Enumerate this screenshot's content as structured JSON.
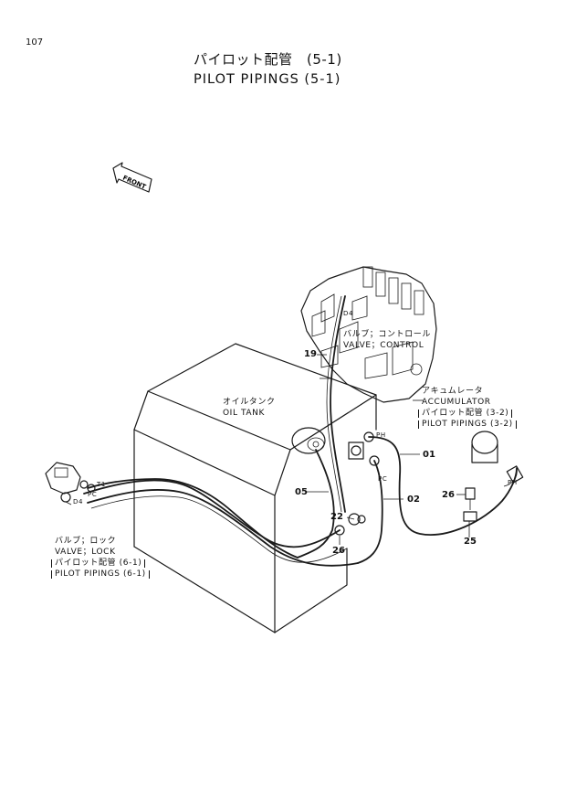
{
  "page_number": "107",
  "title_jp": "パイロット配管　(5-1)",
  "title_en": "PILOT  PIPINGS  (5-1)",
  "front_label": "FRONT",
  "labels": {
    "valve_control_jp": "バルブ；コントロール",
    "valve_control_en": "VALVE；CONTROL",
    "oil_tank_jp": "オイルタンク",
    "oil_tank_en": "OIL TANK",
    "accumulator_jp": "アキュムレータ",
    "accumulator_en": "ACCUMULATOR",
    "accumulator_ref_jp": "パイロット配管 (3-2)",
    "accumulator_ref_en": "PILOT PIPINGS (3-2)",
    "valve_lock_jp": "バルブ；ロック",
    "valve_lock_en": "VALVE；LOCK",
    "valve_lock_ref_jp": "パイロット配管 (6-1)",
    "valve_lock_ref_en": "PILOT PIPINGS (6-1)"
  },
  "port_labels": {
    "d4_top": "D4",
    "ph_center": "PH",
    "pc_center": "PC",
    "ph_right": "PH",
    "t1_left": "T1",
    "pc_left": "PC",
    "d4_left": "D4"
  },
  "part_numbers": {
    "p19": "19",
    "p01": "01",
    "p05": "05",
    "p02": "02",
    "p22": "22",
    "p26a": "26",
    "p26b": "26",
    "p25": "25"
  }
}
